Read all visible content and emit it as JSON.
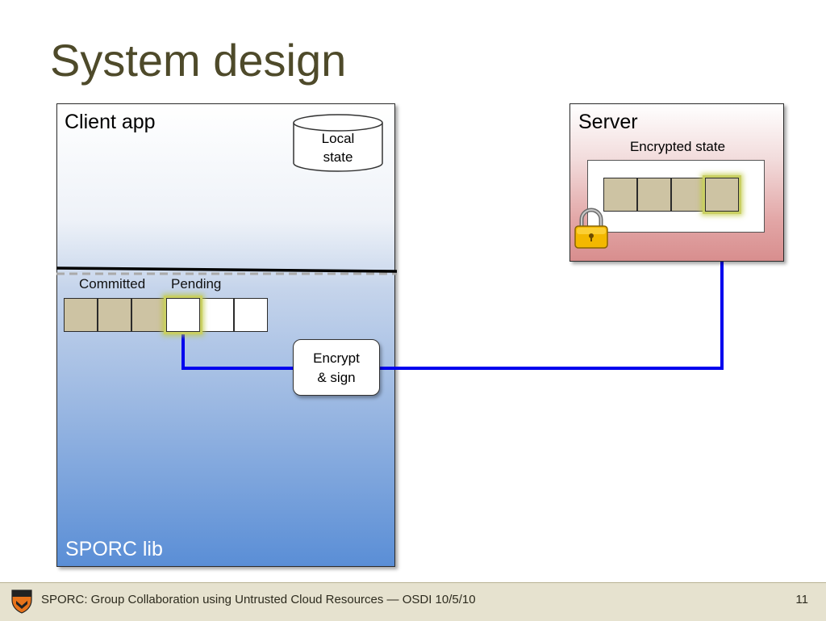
{
  "slide": {
    "title": "System design",
    "page_number": "11"
  },
  "client": {
    "label": "Client app",
    "local_state": [
      "Local",
      "state"
    ],
    "lib_label": "SPORC lib",
    "committed_label": "Committed",
    "pending_label": "Pending",
    "encrypt": [
      "Encrypt",
      "& sign"
    ]
  },
  "server": {
    "label": "Server",
    "encrypted_state_label": "Encrypted state"
  },
  "footer": {
    "text": "SPORC: Group Collaboration using Untrusted Cloud Resources — OSDI 10/5/10"
  },
  "colors": {
    "title": "#4e4a2a",
    "committed_cell": "#cdc3a3",
    "highlight": "#c9cf63",
    "arrow": "#0000ee",
    "lock_body": "#f3b800"
  },
  "icons": {
    "lock": "padlock-icon",
    "footer_logo": "shield-logo-icon"
  }
}
